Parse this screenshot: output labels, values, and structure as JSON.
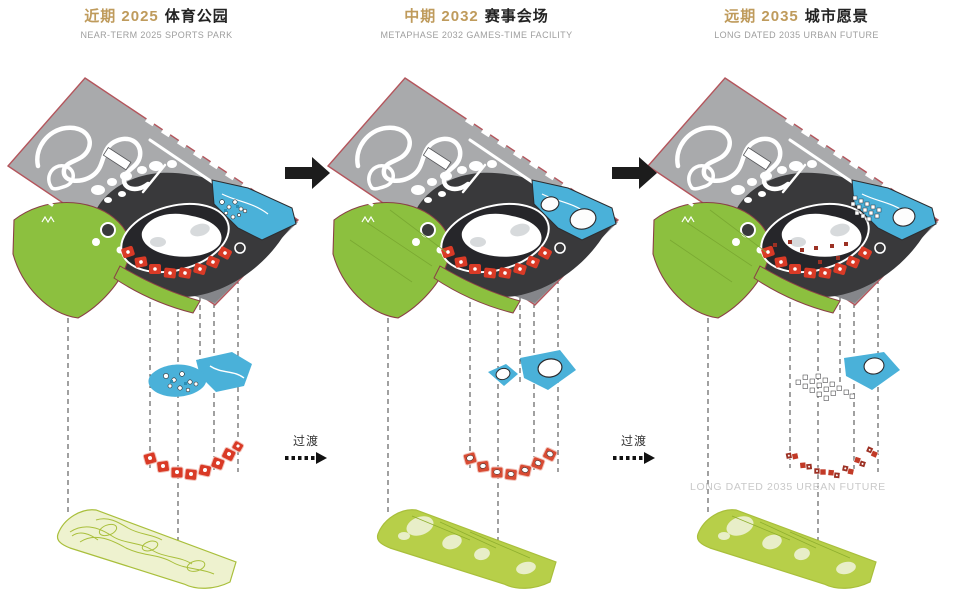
{
  "panels": [
    {
      "id": "near-term",
      "title_zh_highlight": "近期 2025",
      "title_zh": "体育公园",
      "subtitle_en": "NEAR-TERM 2025 SPORTS PARK"
    },
    {
      "id": "metaphase",
      "title_zh_highlight": "中期 2032",
      "title_zh": "赛事会场",
      "subtitle_en": "METAPHASE 2032 GAMES-TIME FACILITY"
    },
    {
      "id": "long-dated",
      "title_zh_highlight": "远期 2035",
      "title_zh": "城市愿景",
      "subtitle_en": "LONG DATED 2035 URBAN FUTURE",
      "watermark": "LONG DATED 2035 URBAN FUTURE"
    }
  ],
  "transitions": [
    {
      "label": "过渡"
    },
    {
      "label": "过渡"
    }
  ],
  "icons": {
    "phase_arrow": "solid-right-arrow",
    "transition_arrow": "dashed-right-arrow"
  },
  "colors": {
    "accent_gold": "#bf9b5c",
    "title_black": "#232323",
    "subtitle_gray": "#9e9e9e",
    "site_gray": "#a9aaac",
    "site_border_red": "#b4555c",
    "dark_zone": "#39393b",
    "street_gray": "#85868a",
    "hill_green": "#8cc03f",
    "water_blue": "#4ab1d9",
    "building_red": "#d93a26",
    "building_red_dark": "#9c3124",
    "layer_green_light": "#eef2cf",
    "layer_green": "#b7cf49",
    "layer_olive": "#a9bf3b",
    "arrow_black": "#1c1c1c",
    "watermark_gray": "#c9c9c9"
  }
}
